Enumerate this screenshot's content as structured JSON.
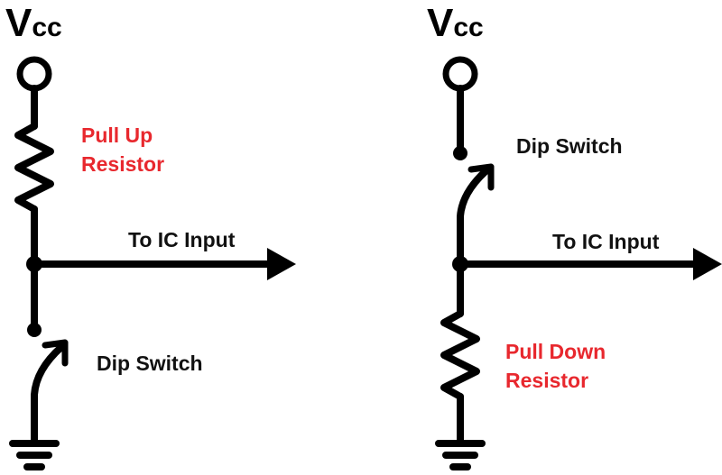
{
  "colors": {
    "wire": "#000000",
    "label_default": "#111111",
    "label_resistor": "#e8282e",
    "background": "#ffffff"
  },
  "left_circuit": {
    "supply_label_main": "V",
    "supply_label_sub": "cc",
    "resistor_label_line1": "Pull Up",
    "resistor_label_line2": "Resistor",
    "output_label": "To IC Input",
    "switch_label": "Dip Switch"
  },
  "right_circuit": {
    "supply_label_main": "V",
    "supply_label_sub": "cc",
    "switch_label": "Dip Switch",
    "output_label": "To IC Input",
    "resistor_label_line1": "Pull Down",
    "resistor_label_line2": "Resistor"
  }
}
